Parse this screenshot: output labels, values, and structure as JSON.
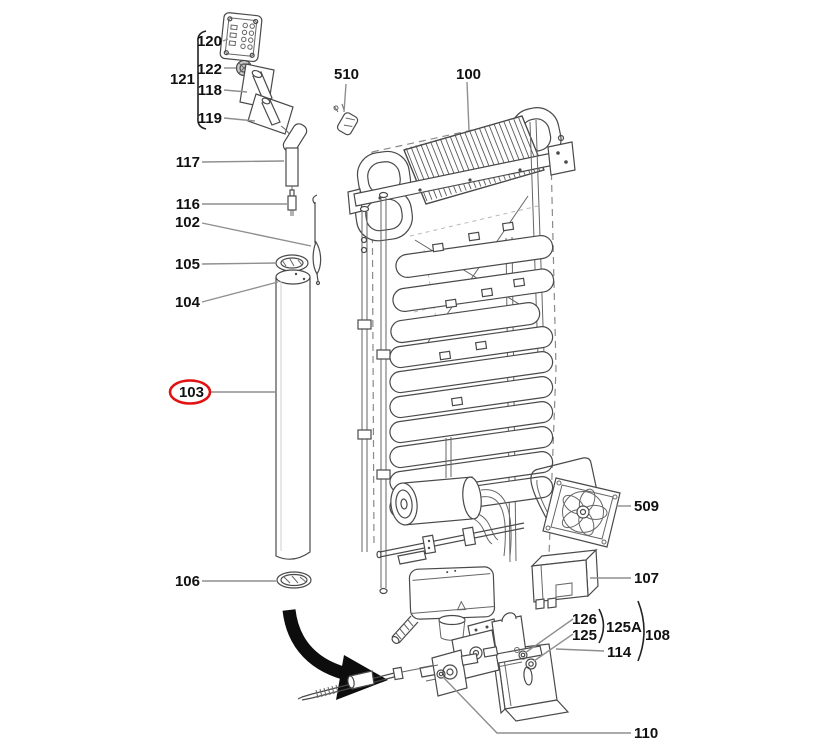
{
  "diagram": {
    "type": "exploded-parts-diagram",
    "subject": "cooling-unit-assembly",
    "highlighted_part": "103",
    "labels": {
      "l100": "100",
      "l102": "102",
      "l103": "103",
      "l104": "104",
      "l105": "105",
      "l106": "106",
      "l107": "107",
      "l108": "108",
      "l110": "110",
      "l114": "114",
      "l116": "116",
      "l117": "117",
      "l118": "118",
      "l119": "119",
      "l120": "120",
      "l121": "121",
      "l122": "122",
      "l125": "125",
      "l125a": "125A",
      "l126": "126",
      "l509": "509",
      "l510": "510"
    }
  },
  "colors": {
    "background": "#ffffff",
    "line": "#4a4a4a",
    "leader": "#8f8f8f",
    "label_text": "#111111",
    "highlight_red": "#e01212",
    "arrow_black": "#0d0d0d"
  }
}
